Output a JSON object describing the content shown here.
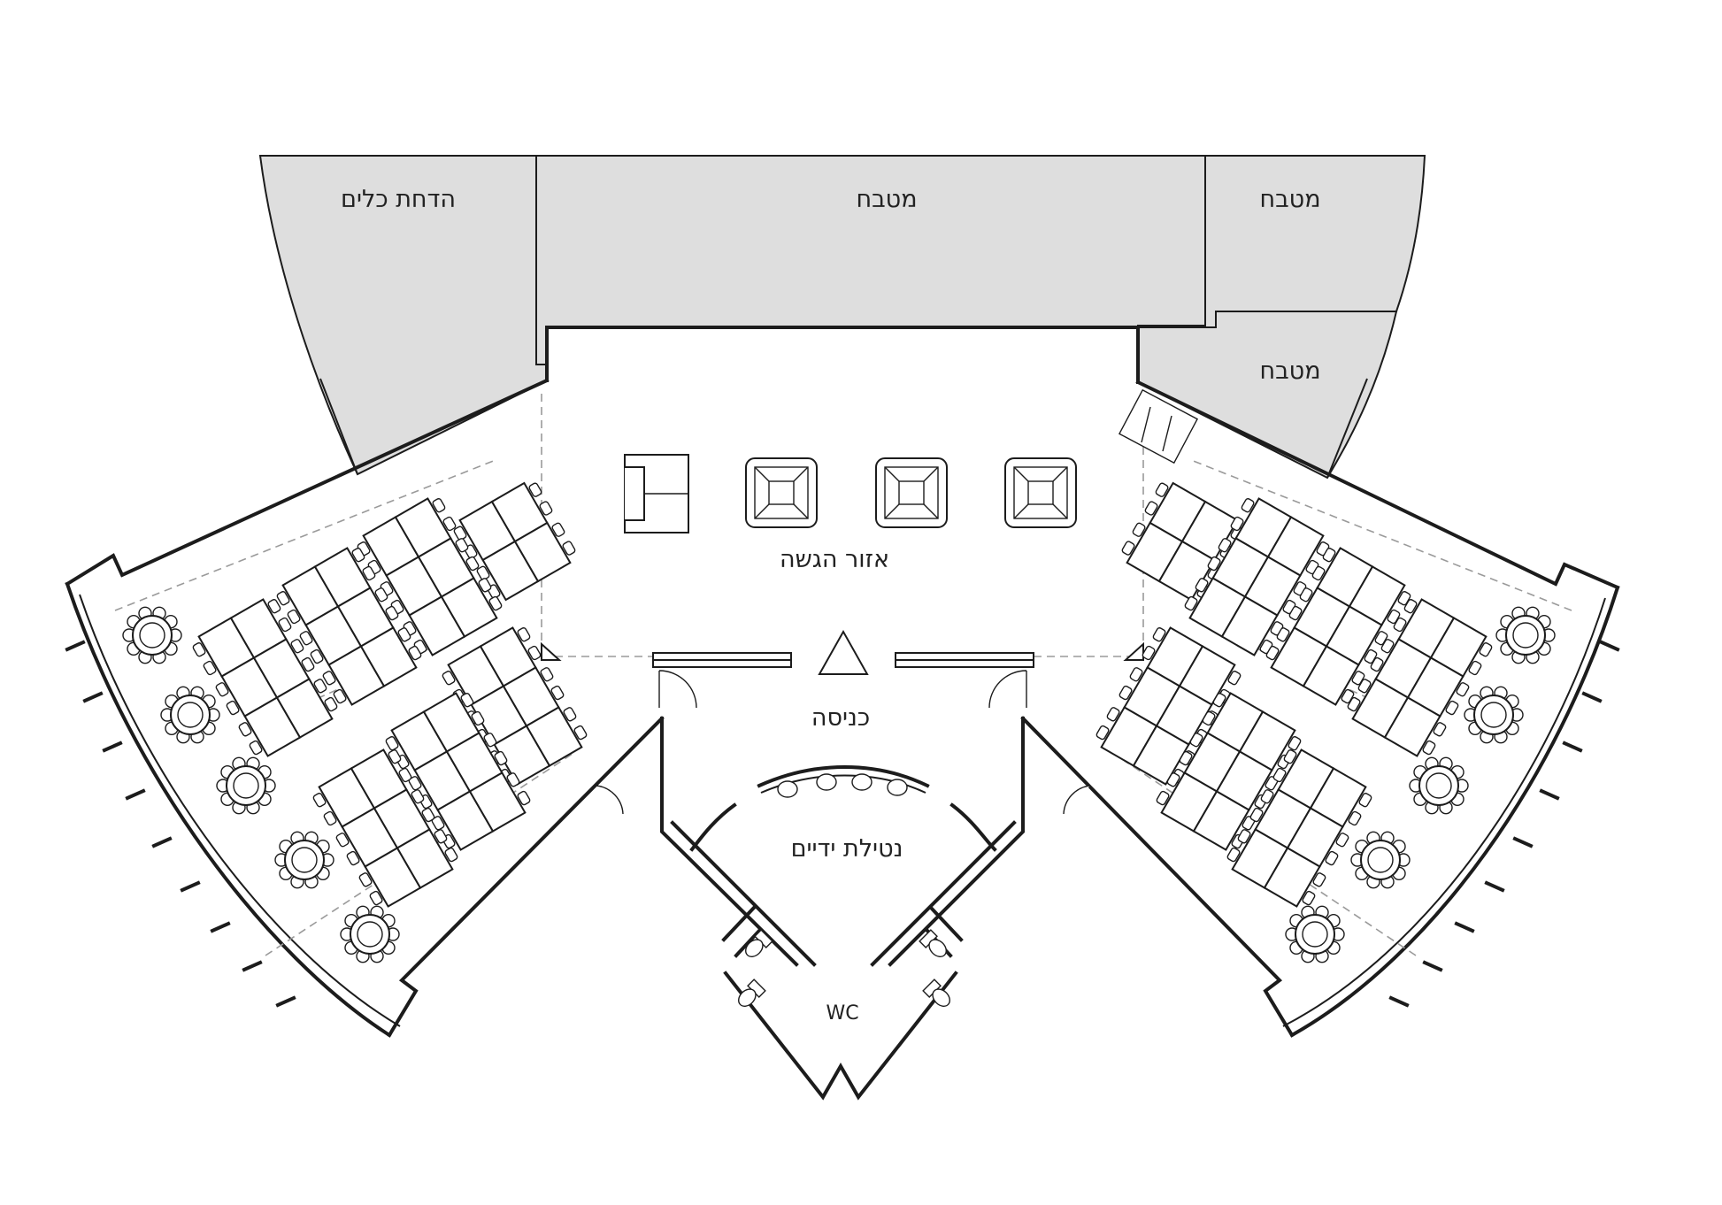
{
  "rooms": {
    "dish_washing": "הדחת כלים",
    "kitchen_main": "מטבח",
    "kitchen_right_top": "מטבח",
    "kitchen_right_bottom": "מטבח",
    "serving_area": "אזור הגשה",
    "entrance": "כניסה",
    "hand_washing": "נטילת ידיים",
    "wc": "WC"
  },
  "colors": {
    "kitchen_fill": "#dedede",
    "wall": "#1c1c1c",
    "dashed_guides": "#9a9a9a",
    "background": "#ffffff"
  },
  "icons": {
    "entrance_marker": "triangle-up-icon",
    "serving_station": "square-buffet-icon",
    "round_table": "round-table-icon",
    "rect_table": "rectangular-table-icon",
    "door": "door-swing-icon",
    "toilet": "toilet-icon",
    "sink": "sink-icon"
  }
}
